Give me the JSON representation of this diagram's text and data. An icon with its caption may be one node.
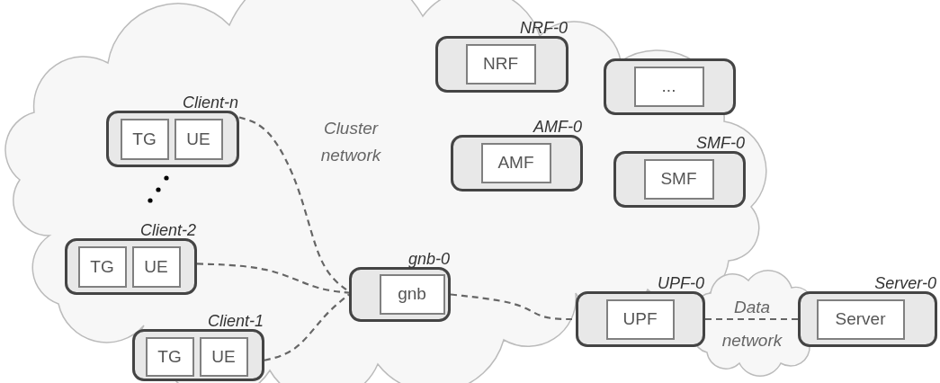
{
  "diagram": {
    "nodes": [
      {
        "text": [
          "Client-n"
        ]
      },
      {
        "text": [
          "TG"
        ],
        "in": 0
      },
      {
        "text": [
          "UE"
        ],
        "in": 0
      },
      {
        "text": [
          "Client-2"
        ]
      },
      {
        "text": [
          "TG"
        ],
        "in": 3
      },
      {
        "text": [
          "UE"
        ],
        "in": 3
      },
      {
        "text": [
          "Client-1"
        ]
      },
      {
        "text": [
          "TG"
        ],
        "in": 6
      },
      {
        "text": [
          "UE"
        ],
        "in": 6
      },
      {
        "text": [
          "NRF-0"
        ]
      },
      {
        "text": [
          "NRF"
        ],
        "in": 9
      },
      {
        "text": [],
        "shape": "box"
      },
      {
        "text": [
          "..."
        ],
        "in": 11
      },
      {
        "text": [
          "AMF-0"
        ]
      },
      {
        "text": [
          "AMF"
        ],
        "in": 13
      },
      {
        "text": [
          "SMF-0"
        ]
      },
      {
        "text": [
          "SMF"
        ],
        "in": 15
      },
      {
        "text": [
          "gnb-0"
        ]
      },
      {
        "text": [
          "gnb"
        ],
        "in": 17
      },
      {
        "text": [
          "UPF-0"
        ]
      },
      {
        "text": [
          "UPF"
        ],
        "in": 19
      },
      {
        "text": [
          "Server-0"
        ]
      },
      {
        "text": [
          "Server"
        ],
        "in": 21
      }
    ],
    "edges": [
      {
        "from": 0,
        "to": 17,
        "arrow": "none",
        "style": "dashed"
      },
      {
        "from": 3,
        "to": 17,
        "arrow": "none",
        "style": "dashed"
      },
      {
        "from": 6,
        "to": 17,
        "arrow": "none",
        "style": "dashed"
      },
      {
        "from": 17,
        "to": 19,
        "arrow": "none",
        "style": "dashed"
      },
      {
        "from": 19,
        "to": 21,
        "arrow": "none",
        "style": "dashed"
      }
    ],
    "labels": [
      "Cluster network",
      "Data network"
    ]
  }
}
